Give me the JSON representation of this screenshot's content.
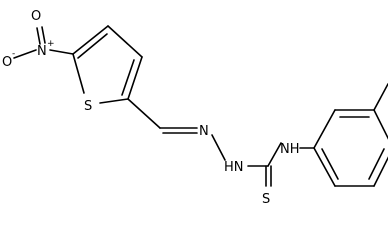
{
  "molecule": {
    "atoms": {
      "o_minus": "O",
      "o_minus_charge": "-",
      "n_nitro": "N",
      "n_nitro_charge": "+",
      "o_nitro": "O",
      "s_ring": "S",
      "n_hydrazone_1": "N",
      "n_hydrazone_2": "HN",
      "n_amine": "NH",
      "s_thio": "S"
    }
  }
}
